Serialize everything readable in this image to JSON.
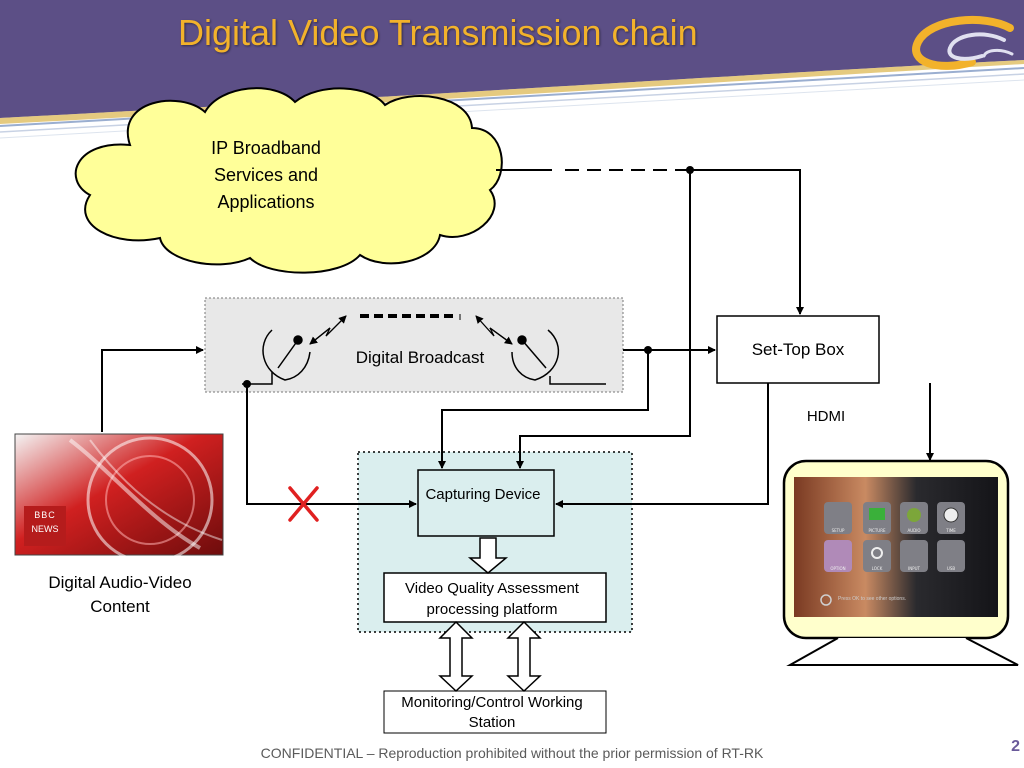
{
  "slide": {
    "title": "Digital Video Transmission chain",
    "footer": "CONFIDENTIAL – Reproduction prohibited without the prior permission of RT-RK",
    "page_number": "2"
  },
  "diagram": {
    "cloud_label": "IP Broadband Services and Applications",
    "broadcast_label": "Digital Broadcast",
    "set_top_box_label": "Set-Top Box",
    "hdmi_label": "HDMI",
    "capturing_label": "Capturing Device",
    "vqa_label": "Video Quality Assessment processing platform",
    "monitoring_label": "Monitoring/Control Working Station",
    "av_content_label": "Digital Audio-Video Content",
    "news_logo_top": "BBC",
    "news_logo_bottom": "NEWS",
    "tv_menu": [
      "SETUP",
      "PICTURE",
      "AUDIO",
      "TIME",
      "OPTION",
      "LOCK",
      "INPUT",
      "USB"
    ],
    "tv_hint": "Press OK to see other options."
  },
  "colors": {
    "header_bg": "#5c4f86",
    "title": "#f2b22b",
    "cloud_fill": "#ffff99",
    "broadcast_bg": "#e8e8e8",
    "capture_bg": "#daeeee",
    "tv_frame": "#ffffcc",
    "blocked_mark": "#e02020"
  }
}
